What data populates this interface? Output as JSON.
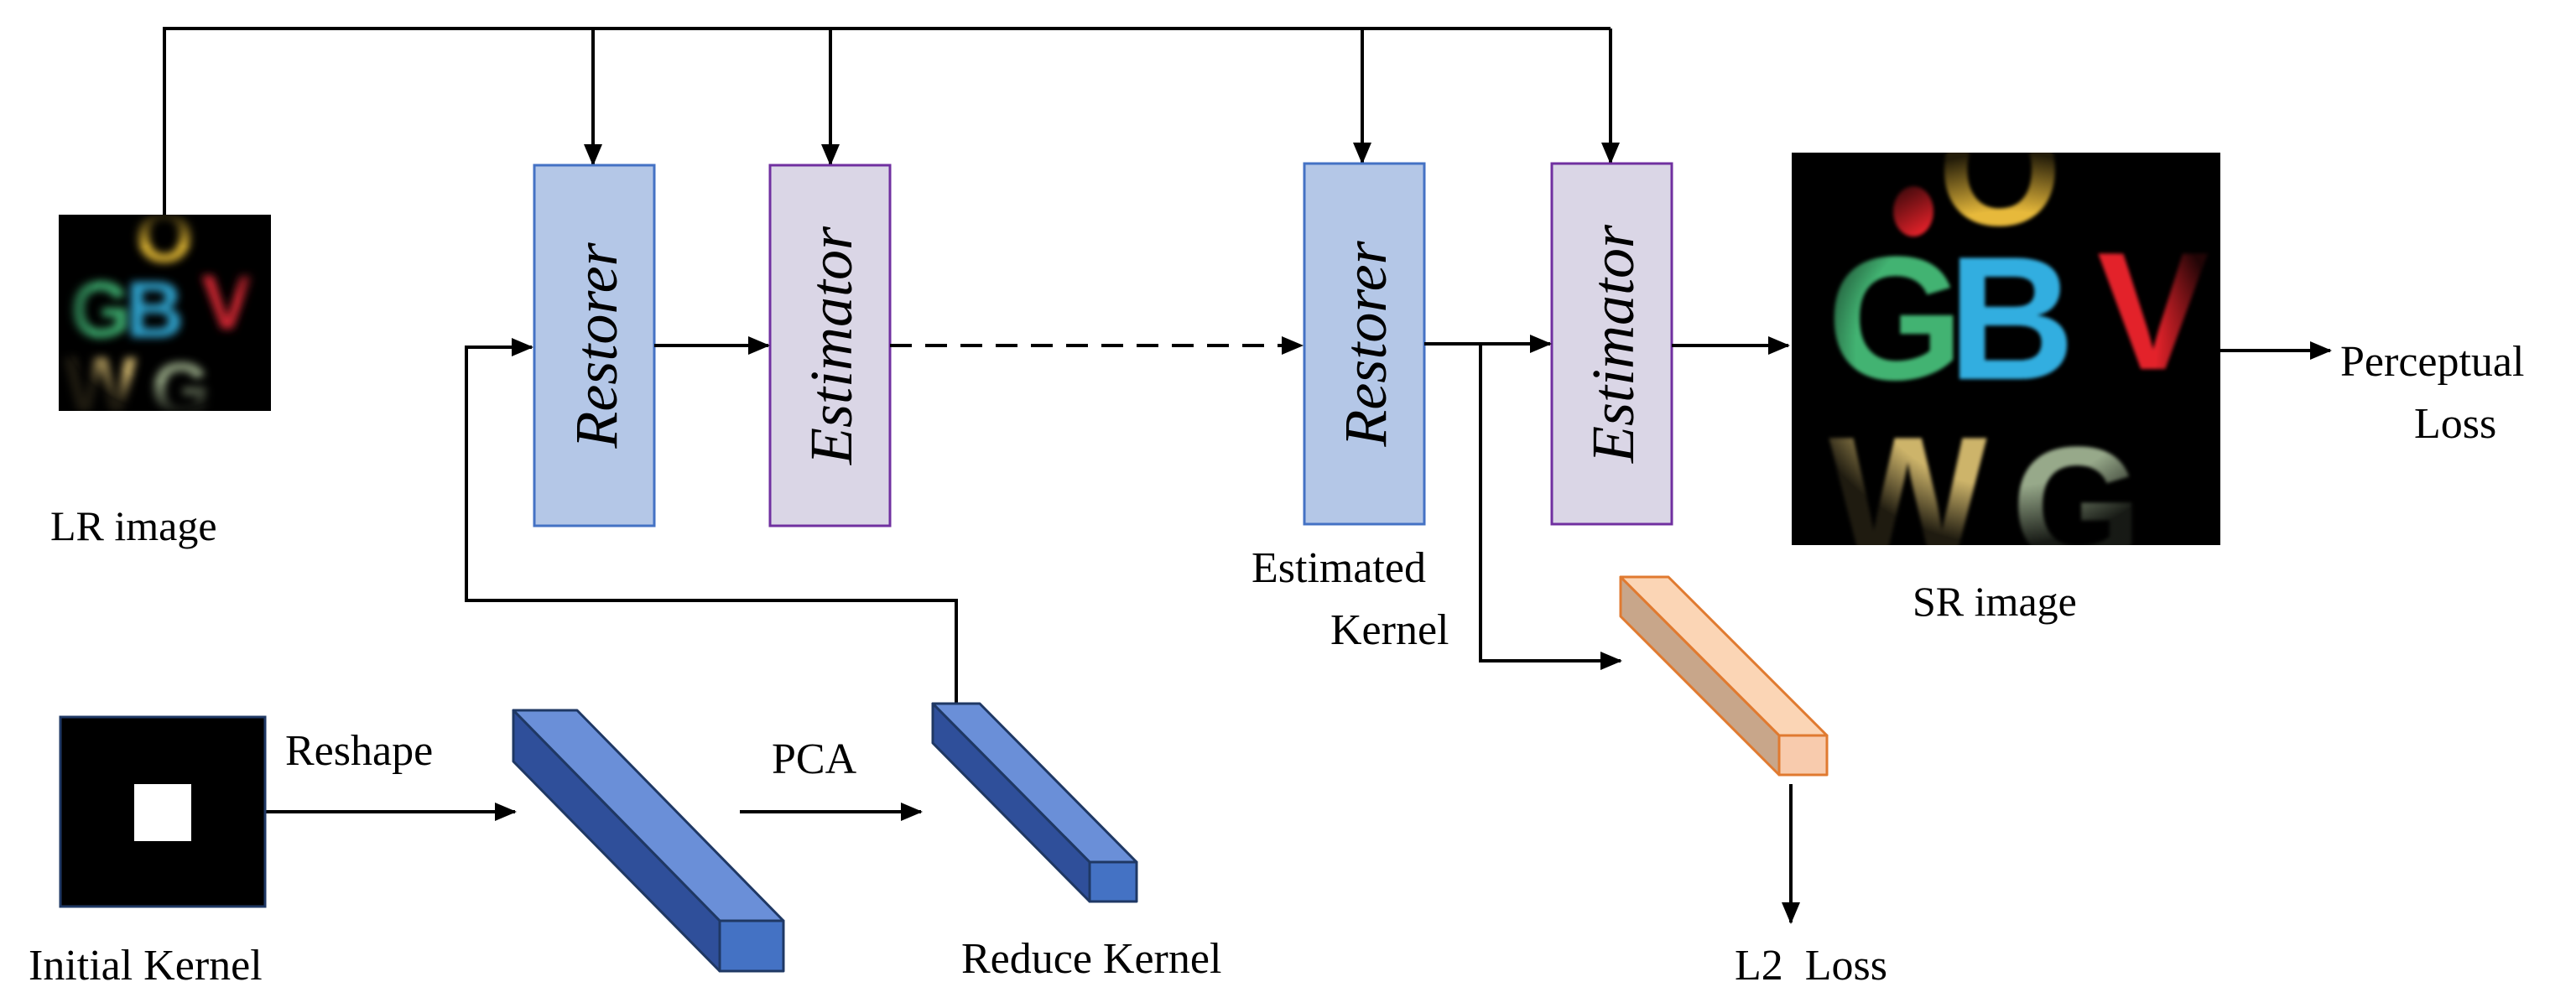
{
  "labels": {
    "lr_image": "LR image",
    "sr_image": "SR image",
    "initial_kernel": "Initial Kernel",
    "reshape": "Reshape",
    "pca": "PCA",
    "reduce_kernel": "Reduce Kernel",
    "estimated_kernel_line1": "Estimated",
    "estimated_kernel_line2": "Kernel",
    "perceptual_loss_line1": "Perceptual",
    "perceptual_loss_line2": "Loss",
    "l2_loss": "L2  Loss"
  },
  "blocks": {
    "restorer_1": "Restorer",
    "estimator_1": "Estimator",
    "restorer_2": "Restorer",
    "estimator_2": "Estimator"
  },
  "image_glyphs": {
    "lr_top": "O",
    "lr_row1": [
      "G",
      "B",
      "V"
    ],
    "lr_row2": [
      "W",
      "G"
    ],
    "sr_top": "O",
    "sr_row1": [
      "G",
      "B",
      "V"
    ],
    "sr_row2": [
      "W",
      "G"
    ]
  },
  "colors": {
    "restorer_fill": "#b4c7e7",
    "restorer_stroke": "#4472c4",
    "estimator_fill": "#dad6e6",
    "estimator_stroke": "#7030a0",
    "kernel_blue_top": "#6a8fd8",
    "kernel_blue_side": "#2f4f9a",
    "kernel_blue_front": "#4472c4",
    "kernel_orange_top": "#fbd5b5",
    "kernel_orange_side": "#c8a68a",
    "kernel_orange_front": "#f8cbad",
    "kernel_orange_stroke": "#e07a30"
  }
}
